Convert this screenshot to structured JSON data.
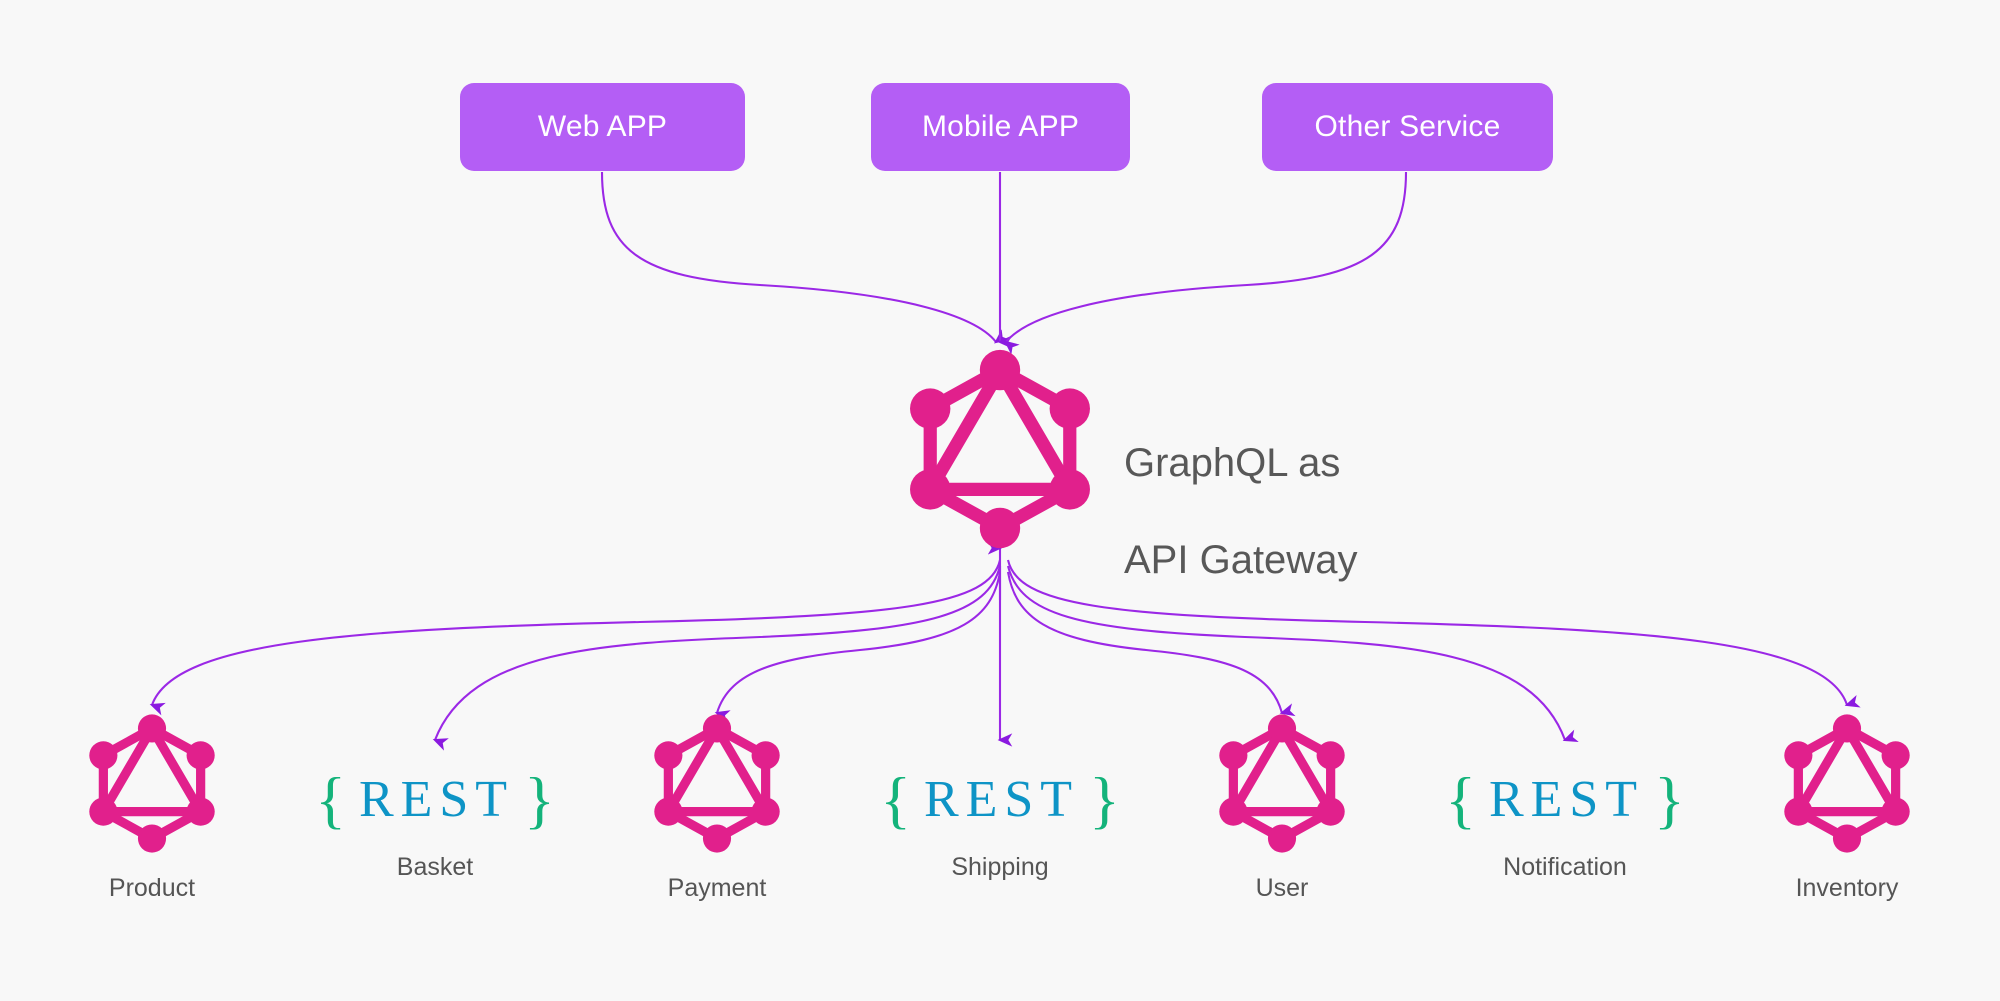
{
  "diagram": {
    "title": "GraphQL as API Gateway",
    "background_color": "#f8f8f8",
    "colors": {
      "client_box": "#b45ef5",
      "client_box_text": "#ffffff",
      "arrow": "#9b30e0",
      "graphql_pink": "#e1208c",
      "rest_brace_green": "#14b37b",
      "rest_text_blue": "#0e94c6",
      "label_gray": "#555555"
    }
  },
  "clients": [
    {
      "label": "Web APP",
      "name": "web-app"
    },
    {
      "label": "Mobile APP",
      "name": "mobile-app"
    },
    {
      "label": "Other Service",
      "name": "other-service"
    }
  ],
  "gateway": {
    "icon": "graphql-logo-icon",
    "caption_line1": "GraphQL as",
    "caption_line2": "API Gateway",
    "caption": "GraphQL as\nAPI Gateway"
  },
  "services": [
    {
      "label": "Product",
      "type": "graphql",
      "icon": "graphql-logo-icon"
    },
    {
      "label": "Basket",
      "type": "rest",
      "icon": "rest-badge-icon",
      "brace_left": "{",
      "brace_right": "}",
      "word": "REST"
    },
    {
      "label": "Payment",
      "type": "graphql",
      "icon": "graphql-logo-icon"
    },
    {
      "label": "Shipping",
      "type": "rest",
      "icon": "rest-badge-icon",
      "brace_left": "{",
      "brace_right": "}",
      "word": "REST"
    },
    {
      "label": "User",
      "type": "graphql",
      "icon": "graphql-logo-icon"
    },
    {
      "label": "Notification",
      "type": "rest",
      "icon": "rest-badge-icon",
      "brace_left": "{",
      "brace_right": "}",
      "word": "REST"
    },
    {
      "label": "Inventory",
      "type": "graphql",
      "icon": "graphql-logo-icon"
    }
  ]
}
